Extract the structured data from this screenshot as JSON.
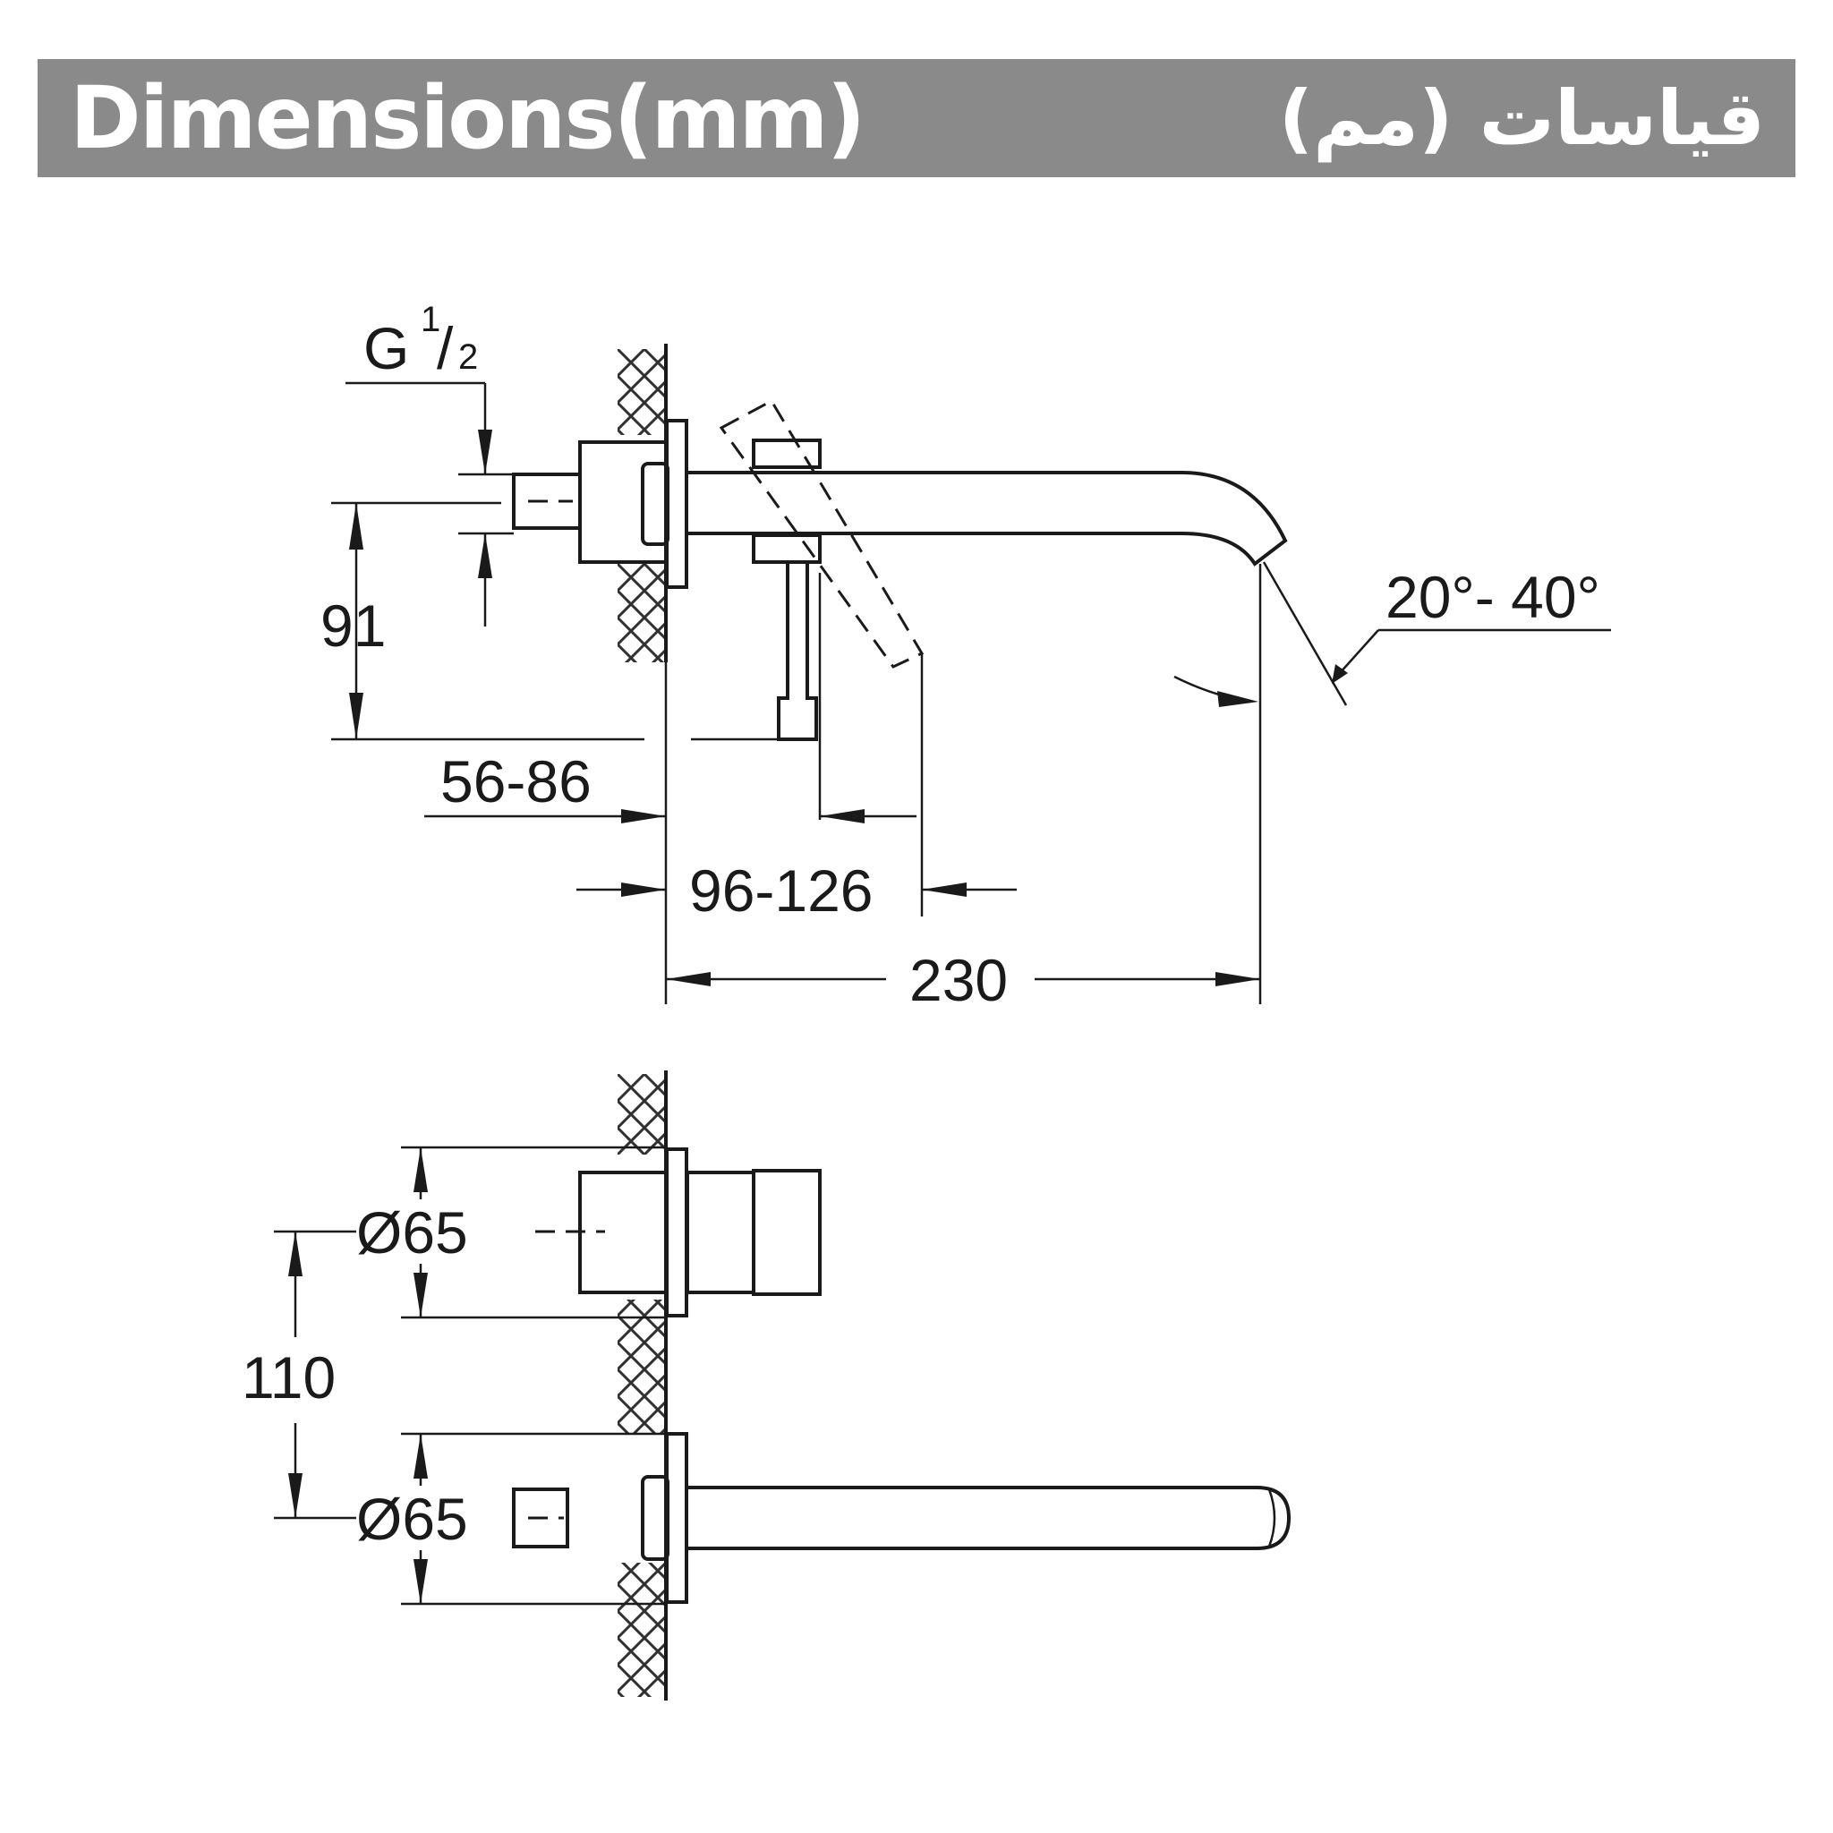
{
  "header": {
    "title_en": "Dimensions(mm)",
    "title_ar": "قياسات (مم)"
  },
  "side_view": {
    "thread_label_g": "G",
    "thread_label_num": "1",
    "thread_label_den": "2",
    "height_label": "91",
    "depth_range_1": "56-86",
    "depth_range_2": "96-126",
    "spout_length": "230",
    "swivel_angle": "20°- 40°"
  },
  "front_view": {
    "diameter_top": "Ø65",
    "diameter_bottom": "Ø65",
    "center_distance": "110"
  },
  "colors": {
    "header_bg": "#8a8a8a",
    "header_text": "#ffffff",
    "line": "#1a1a1a"
  }
}
